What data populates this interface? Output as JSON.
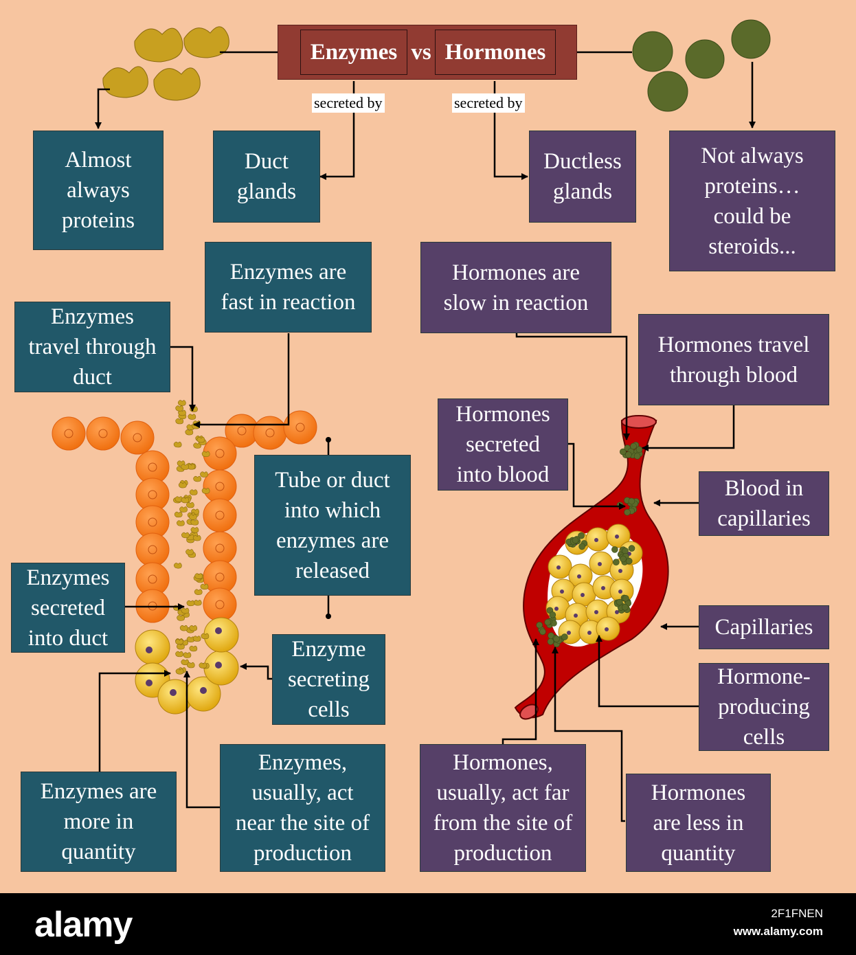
{
  "header": {
    "left": "Enzymes",
    "mid": "vs",
    "right": "Hormones"
  },
  "tags": {
    "left": "secreted by",
    "right": "secreted by"
  },
  "boxes": {
    "proteins": "Almost\nalways\nproteins",
    "duct_glands": "Duct\nglands",
    "ductless_glands": "Ductless\nglands",
    "not_proteins": "Not always\nproteins…\ncould be\nsteroids...",
    "enz_fast": "Enzymes are\nfast in reaction",
    "hor_slow": "Hormones are\nslow in reaction",
    "enz_travel": "Enzymes\ntravel through\nduct",
    "hor_travel": "Hormones travel\nthrough blood",
    "hor_secreted": "Hormones\nsecreted\ninto blood",
    "tube": "Tube or duct\ninto which\nenzymes are\nreleased",
    "blood_cap": "Blood in\ncapillaries",
    "enz_secreted": "Enzymes\nsecreted\ninto duct",
    "capillaries": "Capillaries",
    "enz_cells": "Enzyme\nsecreting\ncells",
    "hor_cells": "Hormone-\nproducing\ncells",
    "enz_more": "Enzymes are\nmore in\nquantity",
    "enz_near": "Enzymes,\nusually, act\nnear the site of\nproduction",
    "hor_far": "Hormones,\nusually, act far\nfrom the site of\nproduction",
    "hor_less": "Hormones\nare less in\nquantity"
  },
  "footer": {
    "brand": "alamy",
    "image_id": "2F1FNEN",
    "url": "www.alamy.com"
  },
  "colors": {
    "background": "#f7c5a0",
    "enzyme_box": "#215869",
    "hormone_box": "#564068",
    "title": "#913b32",
    "blood": "#c00000",
    "cell": "#f0c030",
    "duct_cell": "#f07f20",
    "hormone_particle": "#5a6a2a",
    "enzyme_particle": "#c8a020"
  }
}
